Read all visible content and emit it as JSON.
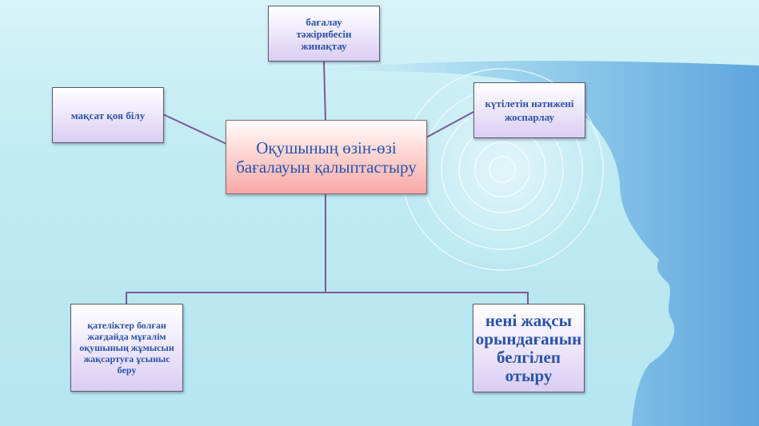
{
  "diagram": {
    "center": {
      "label": "Оқушының өзін-өзі бағалауын қалыптастыру"
    },
    "nodes": {
      "top": "бағалау тәжірибесін жинақтау",
      "left": "мақсат қоя білу",
      "right": "күтілетін нәтижені жоспарлау",
      "bottom_left": "қателіктер болған жағдайда мұғалім оқушының жұмысын жақсартуға ұсыныс беру",
      "bottom_right": "нені жақсы орындағанын белгілеп отыру"
    }
  },
  "colors": {
    "text": "#2a53a8",
    "node_fill": "#dacdf3",
    "center_fill": "#f7a9a6",
    "connector": "#7a5a98",
    "background": "#bfeaf3",
    "head_silhouette": "#6aaee0"
  }
}
